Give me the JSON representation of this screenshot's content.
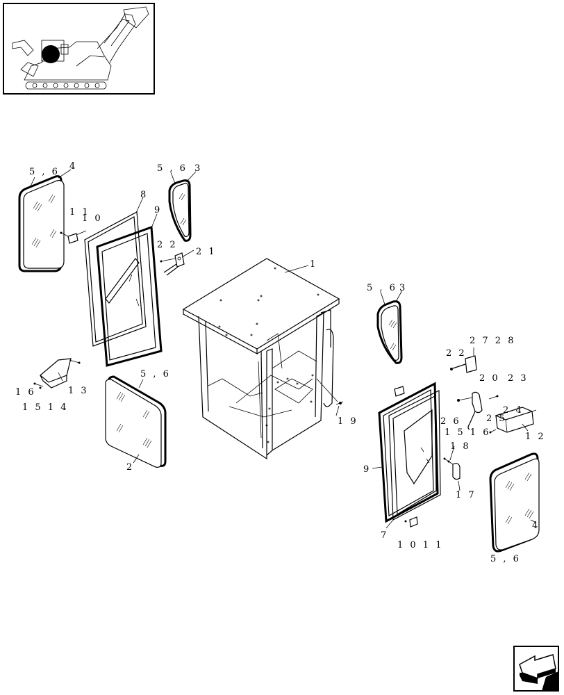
{
  "diagram": {
    "callouts": {
      "c1": "1",
      "c2": "2",
      "c3a": "3",
      "c3b": "3",
      "c4a": "4",
      "c4b": "4",
      "c56a": "5 , 6",
      "c56b": "5 , 6",
      "c56c": "5 , 6",
      "c56d": "5 , 6",
      "c56e": "5 , 6",
      "c7": "7",
      "c8": "8",
      "c9a": "9",
      "c9b": "9",
      "c10": "1 0",
      "c11": "1 1",
      "c1011": "1 0 1 1",
      "c12": "1 2",
      "c13": "1 3",
      "c14": "1 5 1 4",
      "c16": "1 6",
      "c1516": "1 5 1 6",
      "c17": "1 7",
      "c18": "1 8",
      "c19": "1 9",
      "c20": "2 0",
      "c21": "2 1",
      "c22a": "2 2",
      "c22b": "2 2",
      "c23": "2 3",
      "c24": "2 4",
      "c25": "2 5",
      "c26": "2 6",
      "c2728": "2 7 2 8"
    }
  }
}
